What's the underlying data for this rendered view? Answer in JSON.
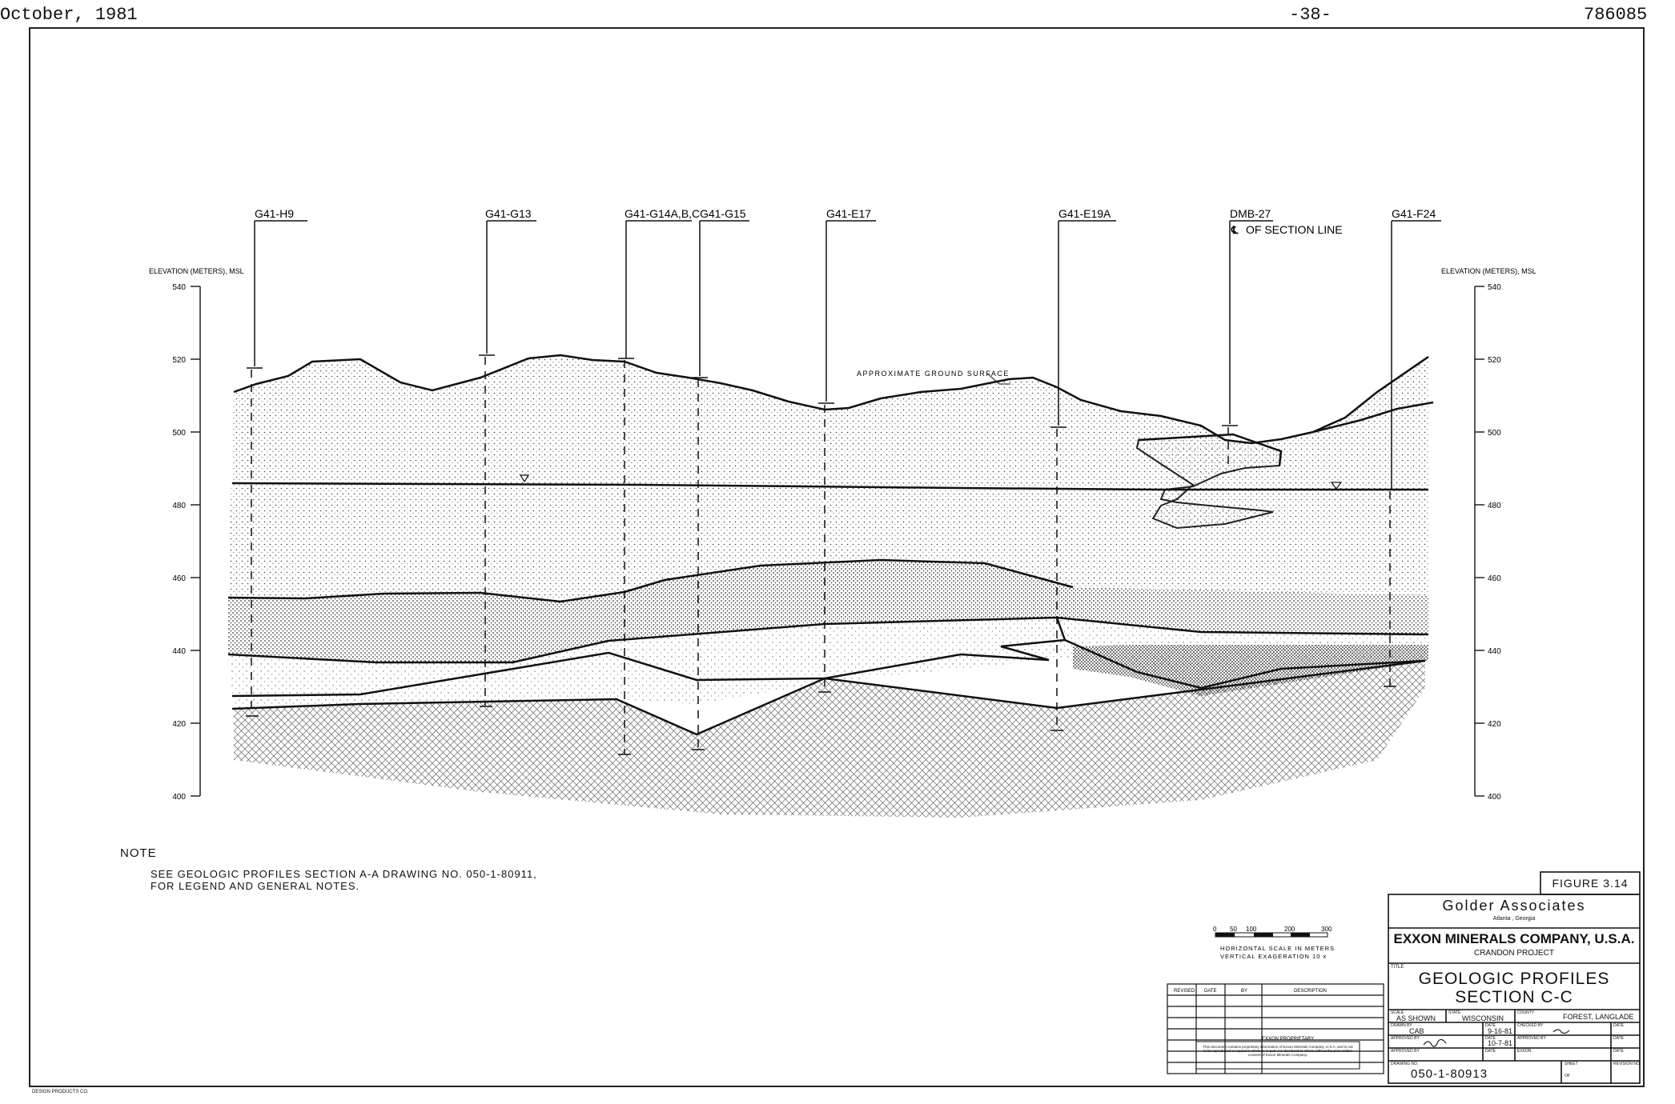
{
  "header": {
    "date": "October, 1981",
    "page": "-38-",
    "doc_no": "786085"
  },
  "axis": {
    "left_label": "ELEVATION (METERS), MSL",
    "right_label": "ELEVATION (METERS), MSL",
    "ticks": [
      "540",
      "520",
      "500",
      "480",
      "460",
      "440",
      "420",
      "400"
    ]
  },
  "borings": [
    "G41-H9",
    "G41-G13",
    "G41-G14A,B,C",
    "G41-G15",
    "G41-E17",
    "G41-E19A",
    "DMB-27",
    "G41-F24"
  ],
  "section_line_label": "OF SECTION LINE",
  "ground_label": "APPROXIMATE GROUND SURFACE",
  "note": {
    "title": "NOTE",
    "line1": "SEE GEOLOGIC PROFILES SECTION A-A DRAWING NO. 050-1-80911,",
    "line2": "FOR LEGEND AND GENERAL NOTES."
  },
  "scale": {
    "ticks": [
      "0",
      "50",
      "100",
      "200",
      "300"
    ],
    "line1": "HORIZONTAL SCALE IN METERS",
    "line2": "VERTICAL EXAGERATION 10 x"
  },
  "revision_table": {
    "headers": [
      "REVISED",
      "DATE",
      "BY",
      "DESCRIPTION"
    ]
  },
  "proprietary": {
    "title": "EXXON PROPRIETARY",
    "text": "This document contains proprietary information of Exxon Minerals Company, U.S.A. and is not to be reproduced or copied in whole or in part, nor disclosed to others without the prior written consent of Exxon Minerals Company."
  },
  "title_block": {
    "figure": "FIGURE 3.14",
    "firm": "Golder Associates",
    "firm_city": "Atlanta , Georgia",
    "client": "EXXON MINERALS COMPANY, U.S.A.",
    "project": "CRANDON PROJECT",
    "title_tag": "TITLE",
    "title1": "GEOLOGIC PROFILES",
    "title2": "SECTION C-C",
    "scale_label": "SCALE",
    "scale_value": "AS SHOWN",
    "state_label": "STATE",
    "state_value": "WISCONSIN",
    "county_label": "COUNTY",
    "county_value": "FOREST, LANGLADE",
    "drawn_by_label": "DRAWN BY",
    "drawn_by_value": "CAB",
    "date_label": "DATE",
    "drawn_date": "9-16-81",
    "checked_by_label": "CHECKED BY",
    "approved_by_label": "APPROVED BY",
    "approved_date": "10-7-81",
    "exxon_label": "EXXON",
    "drawing_no_label": "DRAWING NO.",
    "drawing_no": "050-1-80913",
    "sheet_label": "SHEET",
    "of_label": "OF",
    "revision_label": "REVISION NO."
  },
  "footer": "DESIGN PRODUCTS CO."
}
